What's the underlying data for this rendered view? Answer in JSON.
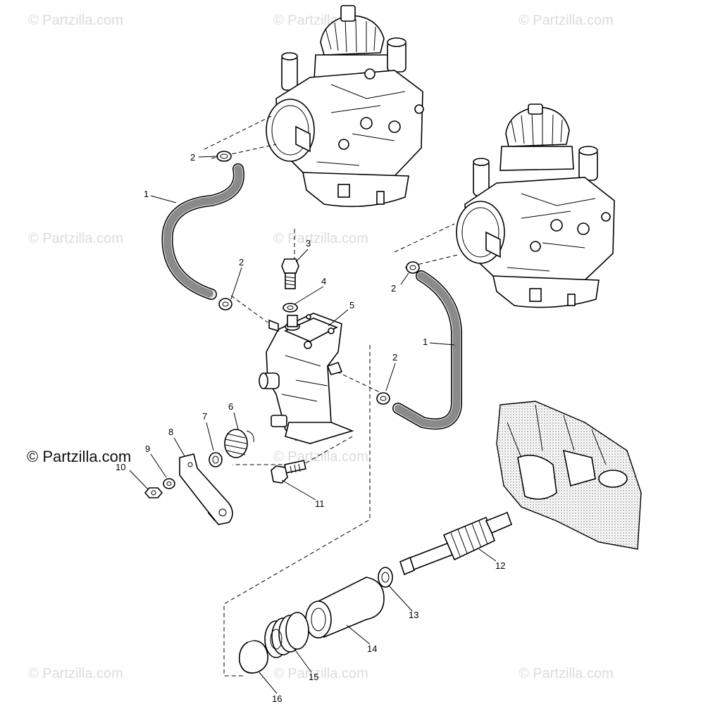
{
  "watermarks": {
    "tile": "© Partzilla.com",
    "main": "© Partzilla.com"
  },
  "callouts": [
    {
      "id": "c2a",
      "label": "2"
    },
    {
      "id": "c1a",
      "label": "1"
    },
    {
      "id": "c3",
      "label": "3"
    },
    {
      "id": "c2b",
      "label": "2"
    },
    {
      "id": "c4",
      "label": "4"
    },
    {
      "id": "c5",
      "label": "5"
    },
    {
      "id": "c2c",
      "label": "2"
    },
    {
      "id": "c1b",
      "label": "1"
    },
    {
      "id": "c2d",
      "label": "2"
    },
    {
      "id": "c6",
      "label": "6"
    },
    {
      "id": "c7",
      "label": "7"
    },
    {
      "id": "c8",
      "label": "8"
    },
    {
      "id": "c9",
      "label": "9"
    },
    {
      "id": "c10",
      "label": "10"
    },
    {
      "id": "c11",
      "label": "11"
    },
    {
      "id": "c12",
      "label": "12"
    },
    {
      "id": "c13",
      "label": "13"
    },
    {
      "id": "c14",
      "label": "14"
    },
    {
      "id": "c15",
      "label": "15"
    },
    {
      "id": "c16",
      "label": "16"
    }
  ]
}
